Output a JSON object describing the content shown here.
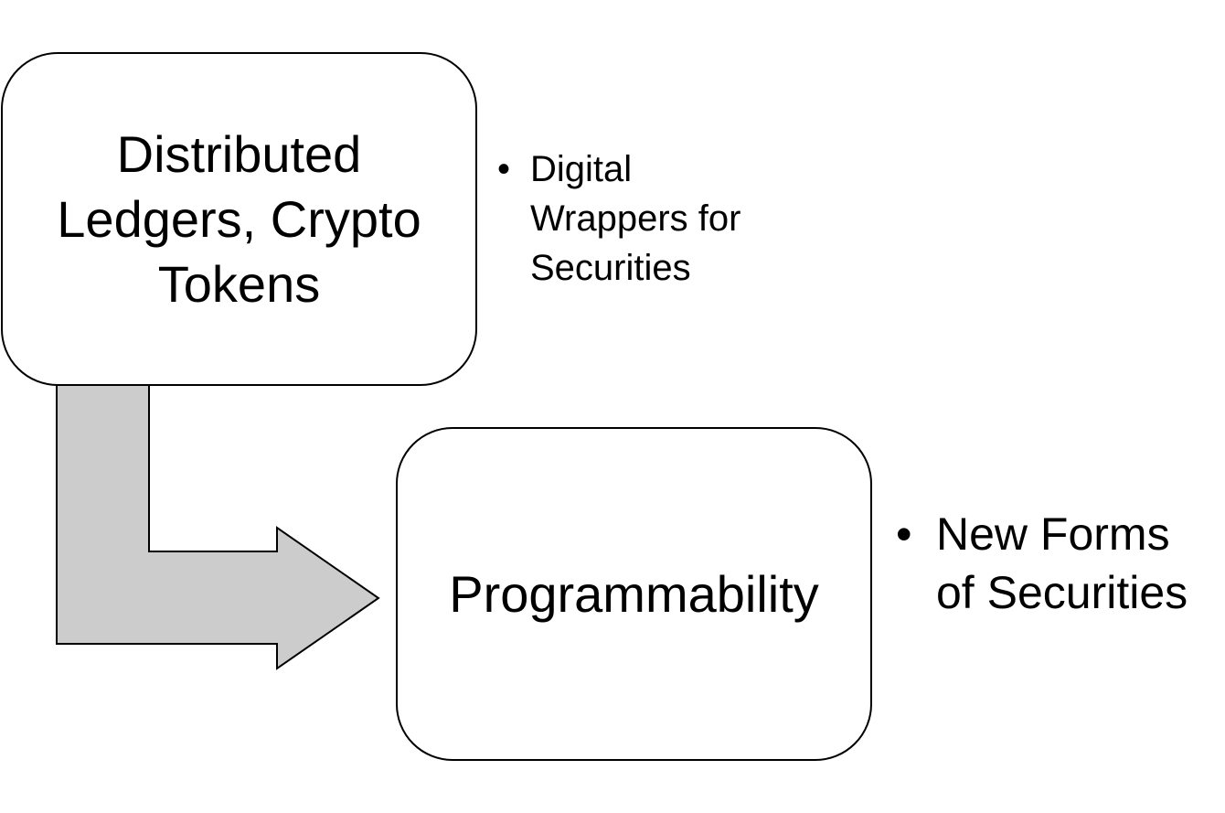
{
  "diagram": {
    "top_box": {
      "label": "Distributed Ledgers, Crypto Tokens"
    },
    "bottom_box": {
      "label": "Programmability"
    },
    "top_bullet": {
      "marker": "•",
      "text": "Digital Wrappers for Securities"
    },
    "bottom_bullet": {
      "marker": "•",
      "text": "New Forms of Securities"
    },
    "colors": {
      "arrow_fill": "#cccccc",
      "stroke": "#000000",
      "box_fill": "#ffffff"
    }
  }
}
